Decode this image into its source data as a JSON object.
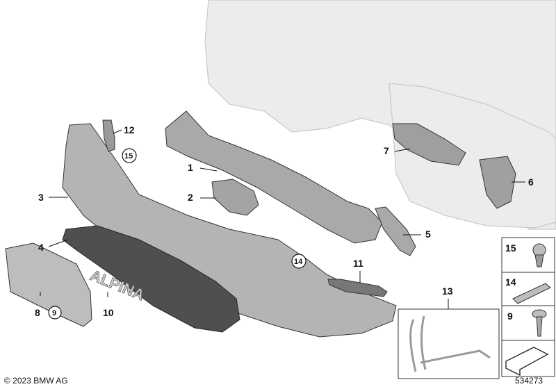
{
  "diagram": {
    "copyright": "© 2023 BMW AG",
    "image_number": "534273",
    "callouts": [
      "1",
      "2",
      "3",
      "4",
      "5",
      "6",
      "7",
      "8",
      "9",
      "10",
      "11",
      "12",
      "13",
      "14",
      "15"
    ],
    "circled_refs": [
      "15",
      "14",
      "9"
    ],
    "side_panel": [
      "15",
      "14",
      "9"
    ],
    "emblem_text": "ALPINA",
    "colors": {
      "parts": "#b9b9b9",
      "ghost": "#e8e8e8",
      "line": "#111111",
      "dark_part": "#4a4a4a"
    }
  }
}
